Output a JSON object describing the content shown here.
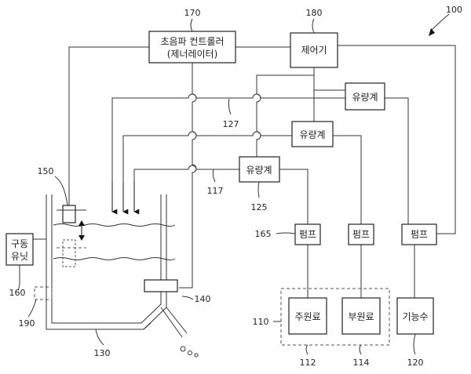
{
  "figure_ref": "100",
  "blocks": {
    "ultrasonic_controller": {
      "ref": "170",
      "line1": "초음파 컨트롤러",
      "line2": "(제너레이터)"
    },
    "controller": {
      "ref": "180",
      "label": "제어기"
    },
    "flowmeter_top": {
      "label": "유량계"
    },
    "flowmeter_mid": {
      "label": "유량계"
    },
    "flowmeter_low": {
      "ref": "125",
      "label": "유량계"
    },
    "pump_1": {
      "ref": "165",
      "label": "펌프"
    },
    "pump_2": {
      "label": "펌프"
    },
    "pump_3": {
      "label": "펌프"
    },
    "main_material": {
      "ref": "112",
      "label": "주원료"
    },
    "sub_material": {
      "ref": "114",
      "label": "부원료"
    },
    "functional_water": {
      "ref": "120",
      "label": "기능수"
    },
    "material_group": {
      "ref": "110"
    },
    "drive_unit": {
      "line1": "구동",
      "line2": "유닛",
      "ref": "160"
    },
    "transducer": {
      "ref": "150"
    },
    "sensor": {
      "ref": "140"
    },
    "tank": {
      "ref": "130"
    },
    "aux_unit": {
      "ref": "190"
    },
    "pipes": {
      "pipe_a": "127",
      "pipe_b": "117"
    }
  }
}
